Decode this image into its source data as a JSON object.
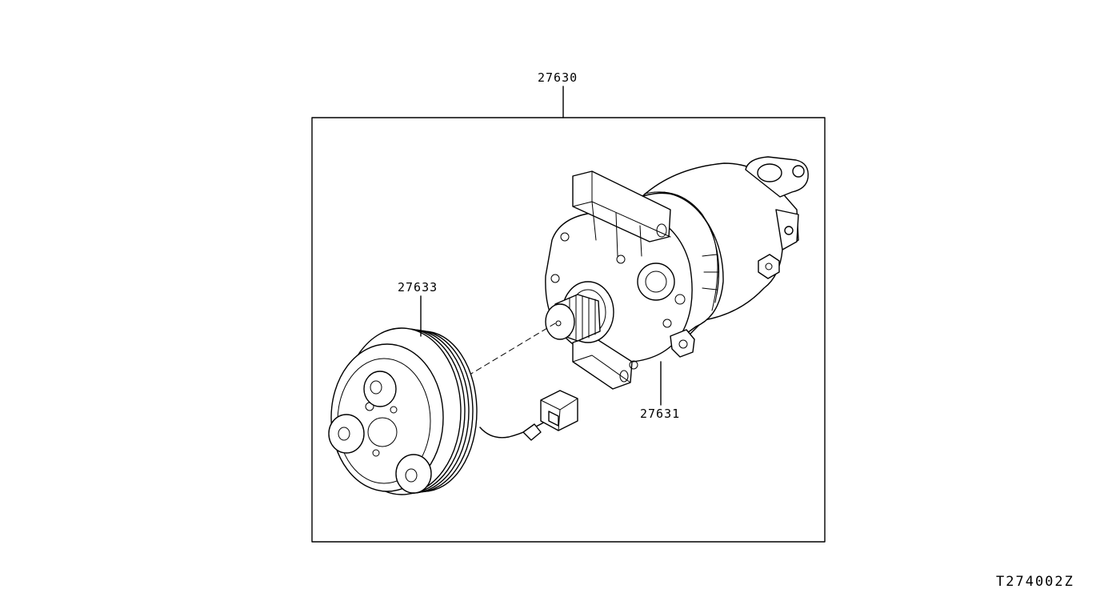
{
  "callouts": {
    "assembly": "27630",
    "clutch": "27633",
    "compressor": "27631"
  },
  "diagram_code": "T274002Z",
  "colors": {
    "line": "#000000",
    "background": "#ffffff"
  }
}
